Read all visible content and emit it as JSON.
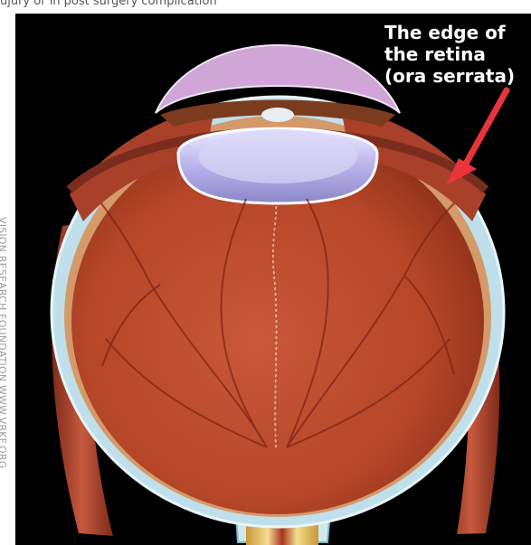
{
  "top_caption": "ujury or in post surgery complication",
  "side_credit": "VISION RESEARCH FOUNDATION WWW.VRKF.ORG",
  "annotation": {
    "line1": "The edge of",
    "line2": "the retina",
    "line3": "(ora serrata)"
  },
  "colors": {
    "background": "#000000",
    "arrow": "#e8343c",
    "retina": "#b84a2c",
    "sclera": "#a7d3e0",
    "lens": "#c9c3ee",
    "cornea": "#c99bd0",
    "muscle": "#b64a33",
    "optic_nerve": "#e7c36a"
  },
  "icons": [
    "arrow-icon"
  ]
}
